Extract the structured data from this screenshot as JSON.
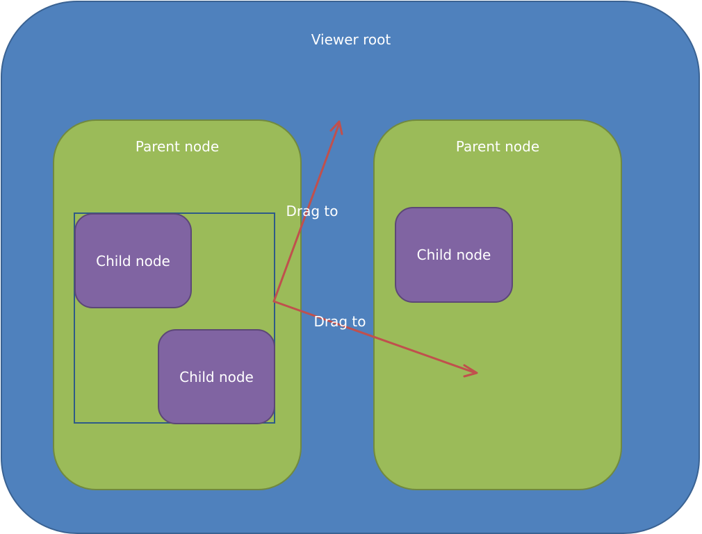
{
  "viewer_root": {
    "label": "Viewer root"
  },
  "parents": [
    {
      "label": "Parent node",
      "children": [
        "Child node",
        "Child node"
      ]
    },
    {
      "label": "Parent node",
      "children": [
        "Child node"
      ]
    }
  ],
  "arrows": [
    {
      "label": "Drag to"
    },
    {
      "label": "Drag to"
    }
  ],
  "colors": {
    "root_fill": "#4f81bd",
    "parent_fill": "#9bbb59",
    "child_fill": "#8064a2",
    "arrow": "#c0504d",
    "selection_border": "#2e5a88"
  }
}
